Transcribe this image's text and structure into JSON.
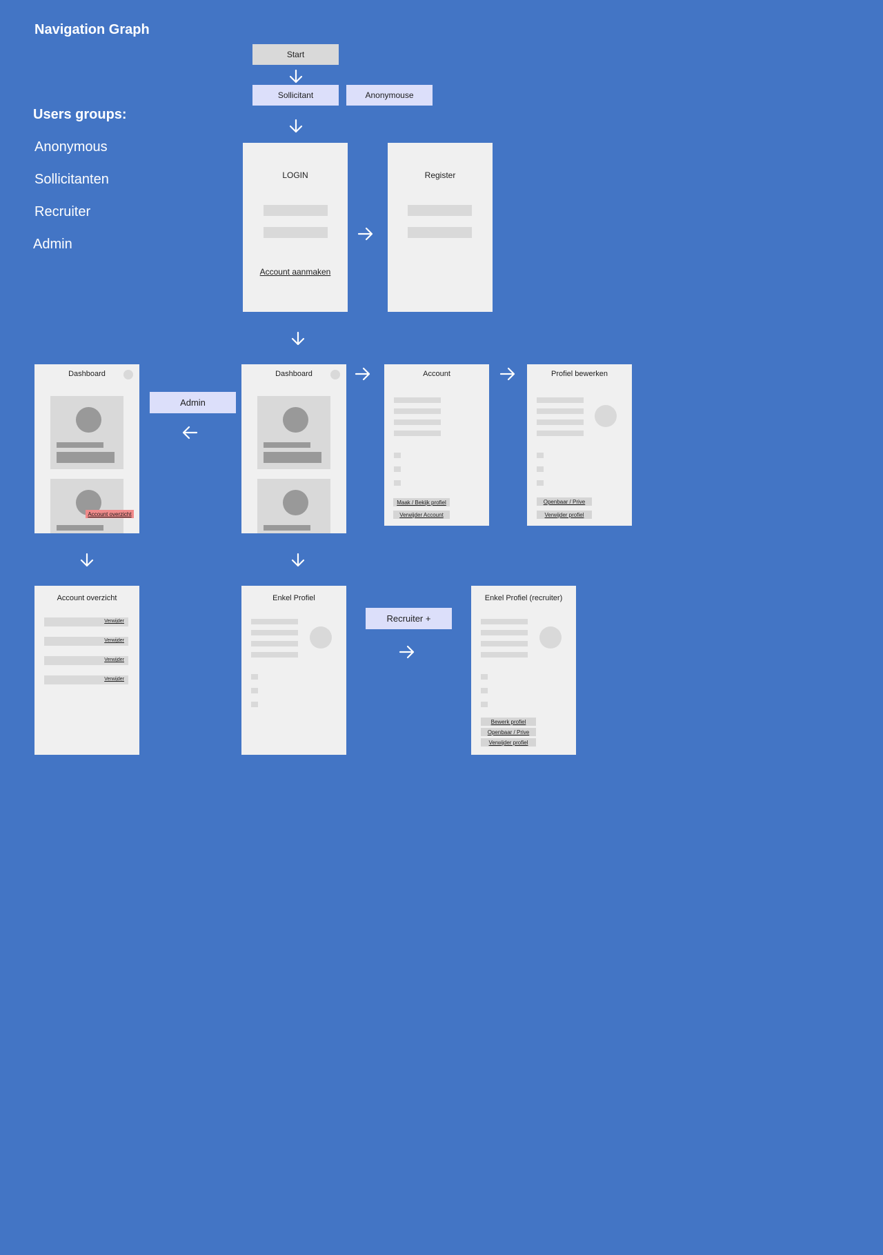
{
  "title": "Navigation Graph",
  "users_groups": {
    "heading": "Users groups:",
    "items": [
      "Anonymous",
      "Sollicitanten",
      "Recruiter",
      "Admin"
    ]
  },
  "nodes": {
    "start": "Start",
    "sollicitant": "Sollicitant",
    "anonymouse": "Anonymouse",
    "admin": "Admin",
    "recruiter_plus": "Recruiter +"
  },
  "screens": {
    "login": {
      "title": "LOGIN",
      "link": "Account aanmaken"
    },
    "register": {
      "title": "Register"
    },
    "dashboard_admin": {
      "title": "Dashboard",
      "badge": "Account overzicht"
    },
    "dashboard": {
      "title": "Dashboard"
    },
    "account": {
      "title": "Account",
      "buttons": [
        "Maak / Bekijk profiel",
        "Verwijder Account"
      ]
    },
    "profiel_bewerken": {
      "title": "Profiel bewerken",
      "buttons": [
        "Openbaar / Prive",
        "Verwijder profiel"
      ]
    },
    "account_overzicht": {
      "title": "Account overzicht",
      "row_button": "Verwijder"
    },
    "enkel_profiel": {
      "title": "Enkel Profiel"
    },
    "enkel_profiel_recruiter": {
      "title": "Enkel Profiel (recruiter)",
      "buttons": [
        "Bewerk profiel",
        "Openbaar / Prive",
        "Verwijder profiel"
      ]
    }
  },
  "colors": {
    "background": "#4375c5",
    "screen": "#f0f0f0",
    "placeholder": "#d9d9d9",
    "node_lavender": "#dcdffa",
    "highlight": "#f08a8a"
  }
}
